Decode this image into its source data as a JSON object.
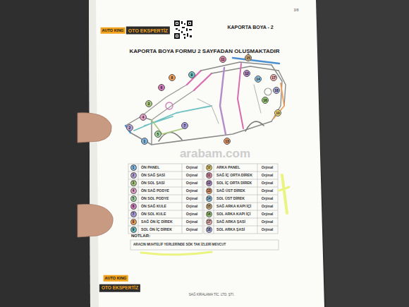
{
  "diagram": {
    "title": "KAPORTA BOYA FORMU 2 SAYFADAN OLUŞMAKTADIR",
    "labels": [
      "3/8",
      "AUTO KING",
      "OTO EKSPERTİZ",
      "KAPORTA BOYA - 2",
      "arabam.com",
      "1",
      "2",
      "3",
      "4",
      "5",
      "6",
      "7",
      "8",
      "9",
      "10",
      "11",
      "12",
      "13",
      "14",
      "15",
      "16",
      "17",
      "18",
      "1",
      "2",
      "3",
      "4",
      "5",
      "6",
      "7",
      "8",
      "9",
      "10",
      "11",
      "12",
      "13",
      "14",
      "15",
      "16",
      "17",
      "18",
      "Orjinal",
      "Orjinal",
      "Orjinal",
      "Orjinal",
      "Orjinal",
      "Orjinal",
      "Orjinal",
      "Orjinal",
      "Orjinal",
      "Orjinal",
      "Orjinal",
      "Orjinal",
      "Orjinal",
      "Orjinal",
      "Orjinal",
      "Orjinal",
      "Orjinal",
      "Orjinal",
      "NOTLAR:",
      "ARACIN MUHTELİF YERLERİNDE SÖK TAK İZLERİ MEVCUT",
      "AUTO KING",
      "OTO EKSPERTİZ",
      "SAĞ KİRALAMA TİC. LTD. ŞTİ."
    ],
    "legend": [
      {
        "text": "ÖN PANEL",
        "color": "#7fb6e0"
      },
      {
        "text": "ÖN SAĞ ŞASİ",
        "color": "#b9a3d6"
      },
      {
        "text": "ÖN SOL ŞASİ",
        "color": "#a8c87a"
      },
      {
        "text": "ÖN SAĞ PODYE",
        "color": "#e6a0c8"
      },
      {
        "text": "ÖN SOL PODYE",
        "color": "#9fd49f"
      },
      {
        "text": "ÖN SAĞ KULE",
        "color": "#d27cbc"
      },
      {
        "text": "ÖN SOL KULE",
        "color": "#a596d6"
      },
      {
        "text": "SAĞ ÖN İÇ DİREK",
        "color": "#f0a05a"
      },
      {
        "text": "SOL ÖN İÇ DİREK",
        "color": "#6fc0c0"
      },
      {
        "text": "ARKA PANEL",
        "color": "#f2d76e"
      },
      {
        "text": "SAĞ İÇ ORTA DİREK",
        "color": "#e08aa8"
      },
      {
        "text": "SOL İÇ ORTA DİREK",
        "color": "#b48cc8"
      },
      {
        "text": "SAĞ ÜST DİREK",
        "color": "#e89a6a"
      },
      {
        "text": "SOL ÜST DİREK",
        "color": "#8cc4e2"
      },
      {
        "text": "SAĞ ARKA KAPI İÇİ",
        "color": "#d4b07a"
      },
      {
        "text": "SOL ARKA KAPI İÇİ",
        "color": "#9ccc78"
      },
      {
        "text": "SAĞ ARKA ŞASİ",
        "color": "#eeb0b0"
      },
      {
        "text": "SOL ARKA ŞASİ",
        "color": "#aeb0e4"
      }
    ]
  }
}
